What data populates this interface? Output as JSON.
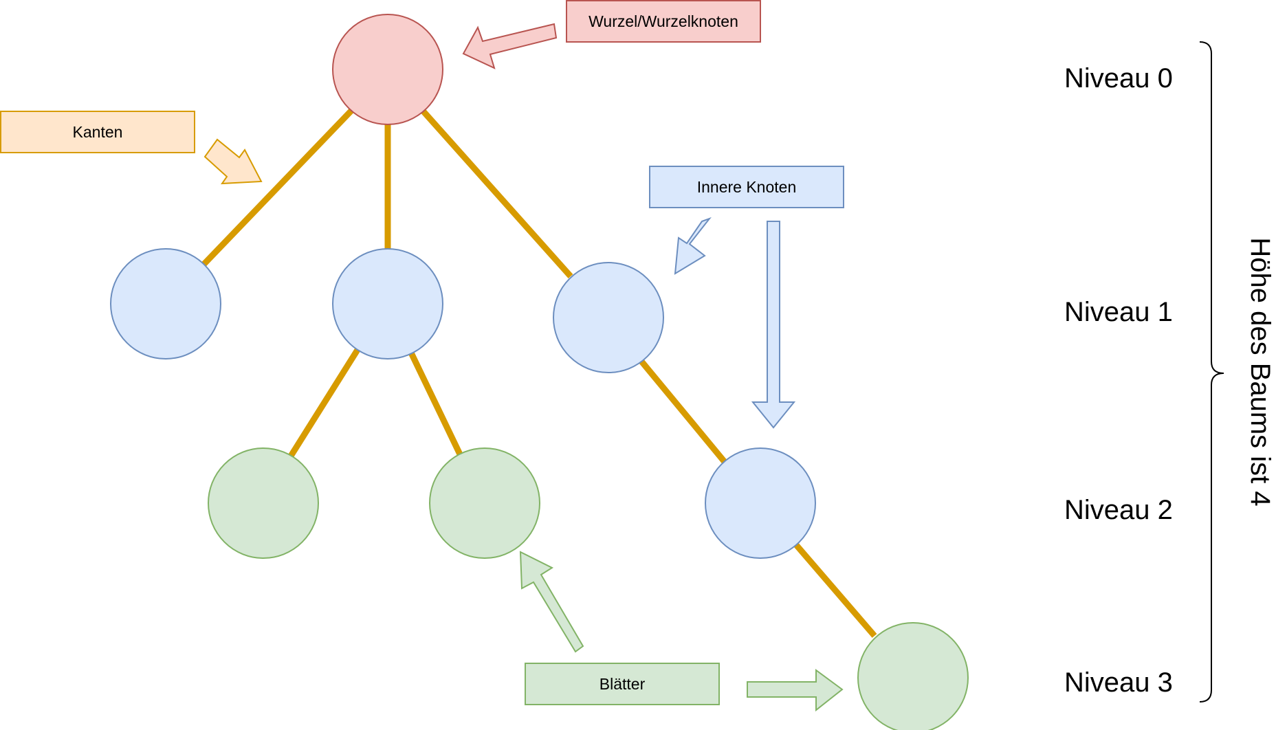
{
  "diagram": {
    "labels": {
      "root": "Wurzel/Wurzelknoten",
      "edges": "Kanten",
      "inner": "Innere Knoten",
      "leaves": "Blätter"
    },
    "levels": [
      "Niveau 0",
      "Niveau 1",
      "Niveau 2",
      "Niveau 3"
    ],
    "height": "Höhe des Baums ist 4"
  },
  "colors": {
    "edge": "#d79b00",
    "root_fill": "#f8cecc",
    "root_stroke": "#b85450",
    "inner_fill": "#dae8fc",
    "inner_stroke": "#6c8ebf",
    "leaf_fill": "#d5e8d4",
    "leaf_stroke": "#82b366",
    "edge_label_fill": "#ffe6cc",
    "edge_label_stroke": "#d79b00"
  }
}
